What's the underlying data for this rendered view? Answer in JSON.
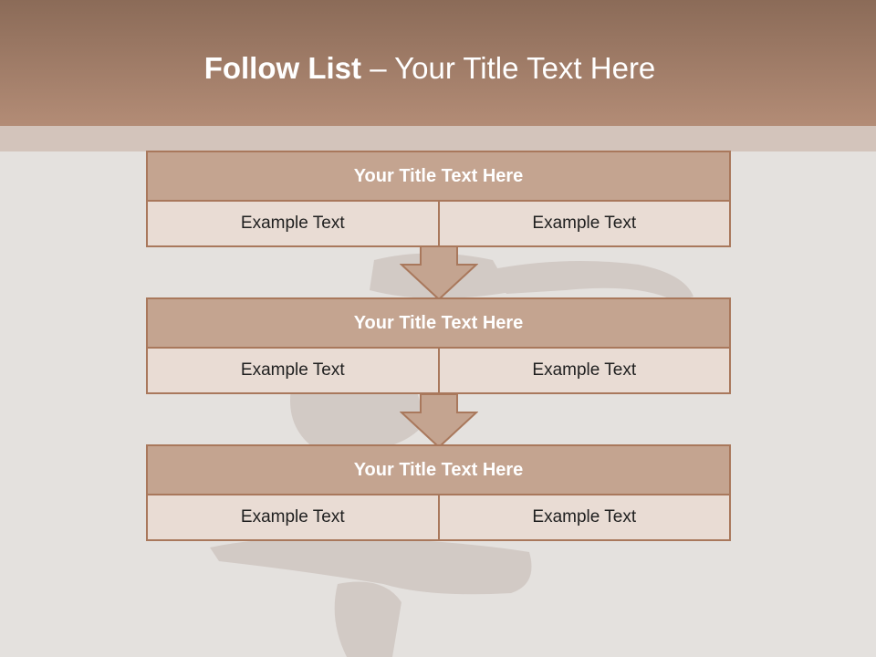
{
  "slide": {
    "title_bold": "Follow List",
    "title_rest": " – Your Title Text Here"
  },
  "blocks": [
    {
      "title": "Your Title Text Here",
      "cells": [
        "Example Text",
        "Example Text"
      ]
    },
    {
      "title": "Your Title Text Here",
      "cells": [
        "Example Text",
        "Example Text"
      ]
    },
    {
      "title": "Your Title Text Here",
      "cells": [
        "Example Text",
        "Example Text"
      ]
    }
  ],
  "colors": {
    "header_top": "#8b6b58",
    "header_bottom": "#b38c76",
    "block_title_fill": "#c4a490",
    "block_border": "#a9785c",
    "cell_fill": "#e9dcd4",
    "background": "#e4e1de"
  }
}
